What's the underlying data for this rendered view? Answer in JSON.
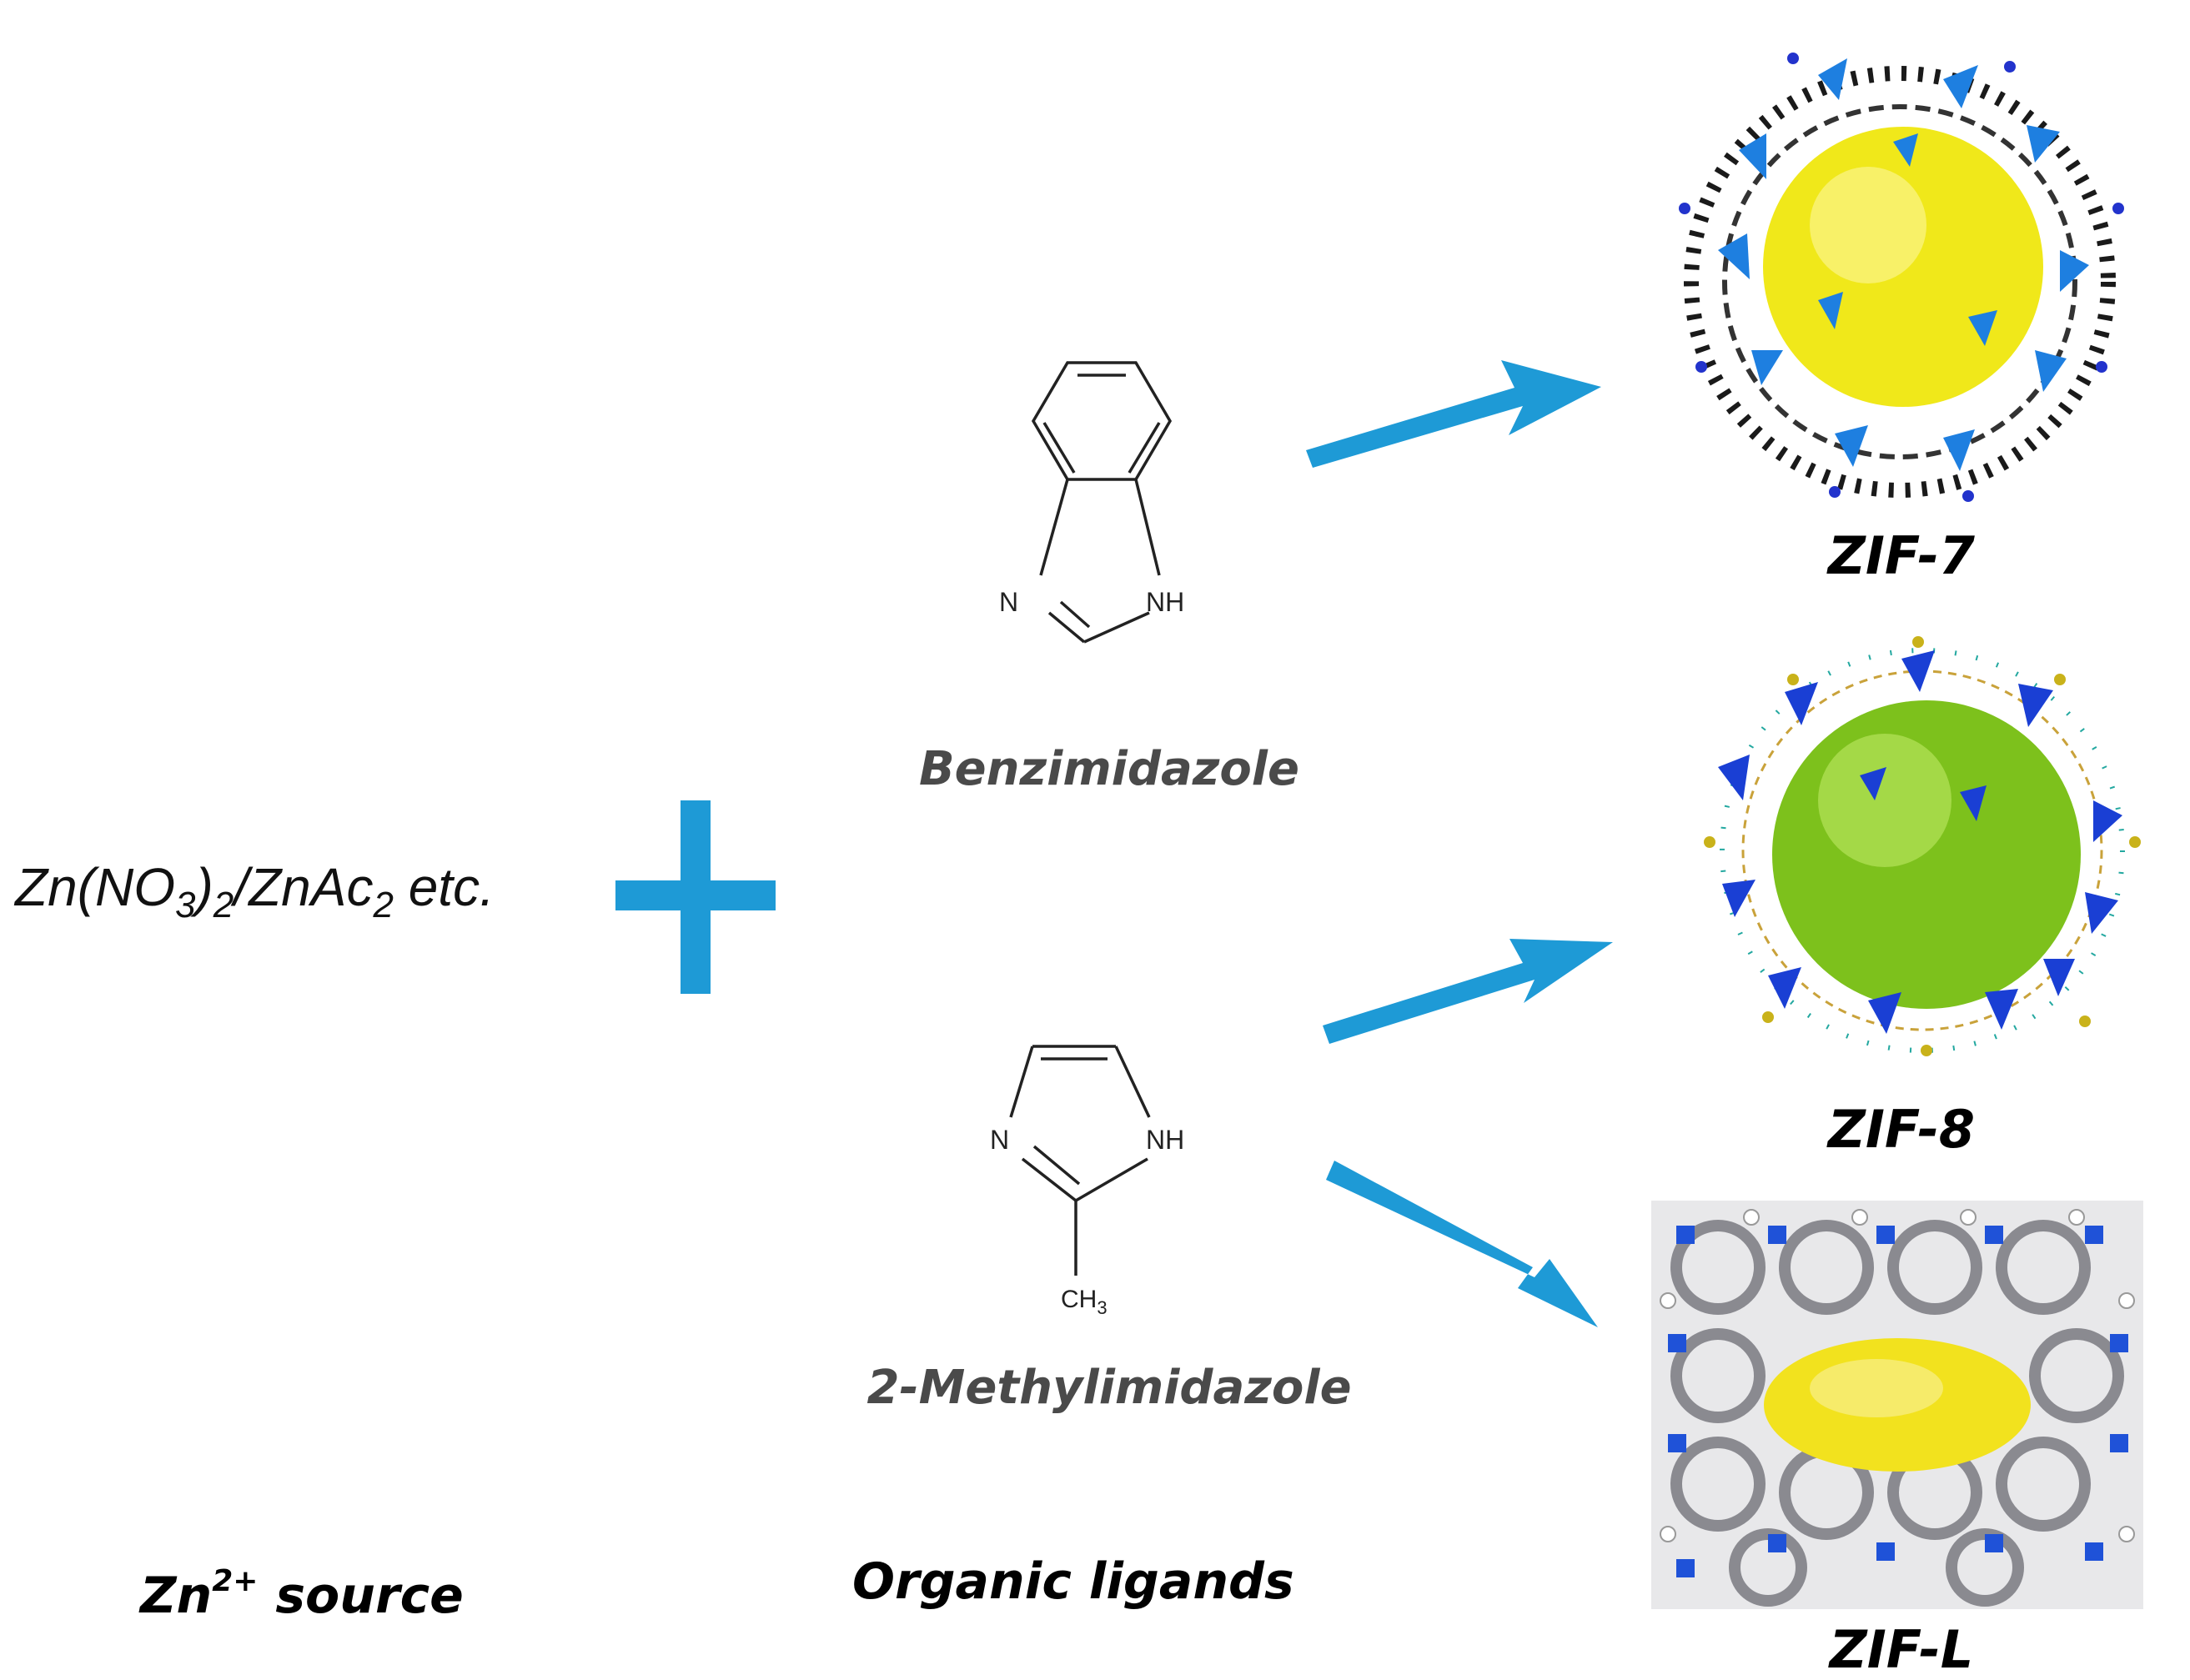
{
  "zn_source_text": {
    "prefix": "Zn(NO",
    "sub1": "3",
    "mid": ")",
    "sub2": "2",
    "mid2": "/ZnAc",
    "sub3": "2",
    "suffix": " etc."
  },
  "ligands": {
    "benzimidazole": {
      "name": "Benzimidazole",
      "n_label": "N",
      "nh_label": "NH"
    },
    "methylimidazole": {
      "name": "2-Methylimidazole",
      "n_label": "N",
      "nh_label": "NH",
      "ch3_label": "CH",
      "ch3_sub": "3"
    }
  },
  "bottom_labels": {
    "zn_prefix": "Zn",
    "zn_sup": "2+",
    "zn_suffix": " source",
    "organic": "Organic ligands"
  },
  "products": [
    {
      "label": "ZIF-7"
    },
    {
      "label": "ZIF-8"
    },
    {
      "label": "ZIF-L"
    }
  ],
  "colors": {
    "arrow": "#1e9ad6",
    "zif7_cage": "#f0e81a",
    "zif8_cage": "#7dc11c",
    "zifl_cage": "#f2e21e",
    "tetrahedra": "#1a3fd4",
    "tetrahedra_light": "#1e7fe0"
  }
}
